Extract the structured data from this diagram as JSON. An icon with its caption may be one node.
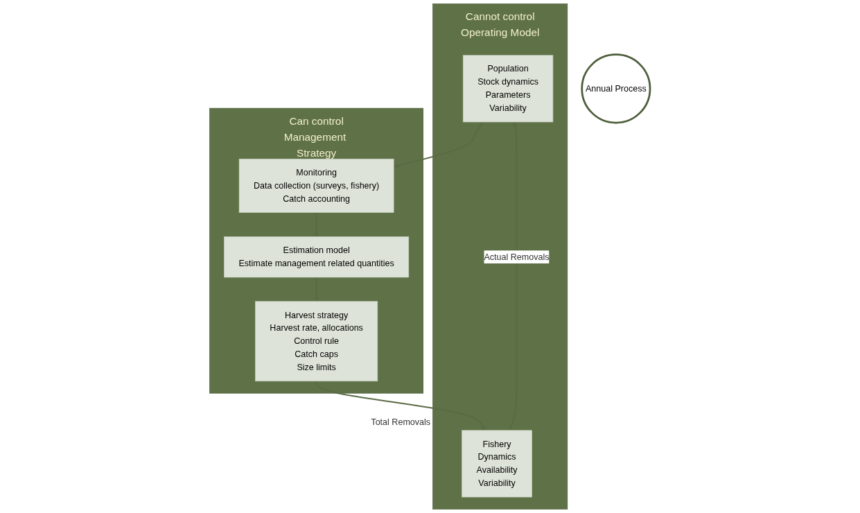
{
  "diagram": {
    "nodes": [
      {
        "text": [
          "Cannot control",
          "Operating Model"
        ]
      },
      {
        "text": [
          "Population",
          "Stock dynamics",
          "Parameters",
          "Variability"
        ],
        "in": 0
      },
      {
        "text": [
          "Fishery",
          "Dynamics",
          "Availability",
          "Variability"
        ],
        "in": 0
      },
      {
        "text": [
          "Can control",
          "Management Strategy"
        ]
      },
      {
        "text": [
          "Monitoring",
          "Data collection (surveys, fishery)",
          "Catch accounting"
        ],
        "in": 3
      },
      {
        "text": [
          "Estimation model",
          "Estimate management related quantities"
        ],
        "in": 3
      },
      {
        "text": [
          "Harvest strategy",
          "Harvest rate, allocations",
          "Control rule",
          "Catch caps",
          "Size limits"
        ],
        "in": 3
      },
      {
        "text": [
          "Annual Process"
        ]
      }
    ],
    "edges": [
      {
        "from": 2,
        "to": 1,
        "arrow": "to",
        "label": "Actual Removals"
      },
      {
        "from": 1,
        "to": 4,
        "arrow": "to"
      },
      {
        "from": 4,
        "to": 5,
        "arrow": "to"
      },
      {
        "from": 5,
        "to": 6,
        "arrow": "to"
      },
      {
        "from": 6,
        "to": 2,
        "arrow": "to",
        "label": "Total Removals"
      }
    ]
  }
}
